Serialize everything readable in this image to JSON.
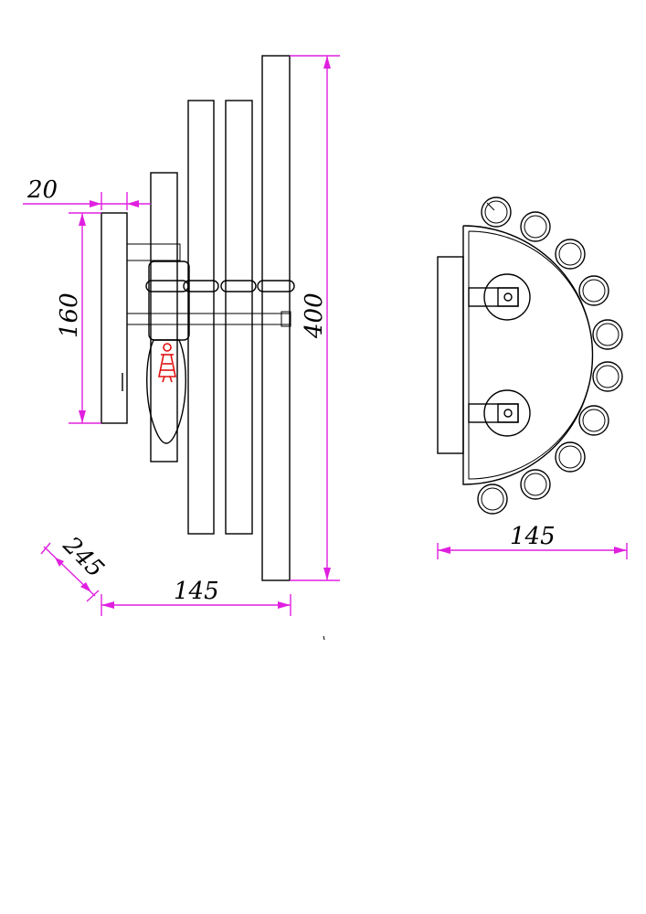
{
  "colors": {
    "outline": "#000000",
    "dimension": "#e020e0",
    "bulb_filament": "#e01010",
    "background": "#ffffff"
  },
  "dimensions": {
    "side_depth": "20",
    "side_height": "160",
    "side_total_height": "400",
    "side_width": "145",
    "projection": "245",
    "top_width": "145"
  }
}
